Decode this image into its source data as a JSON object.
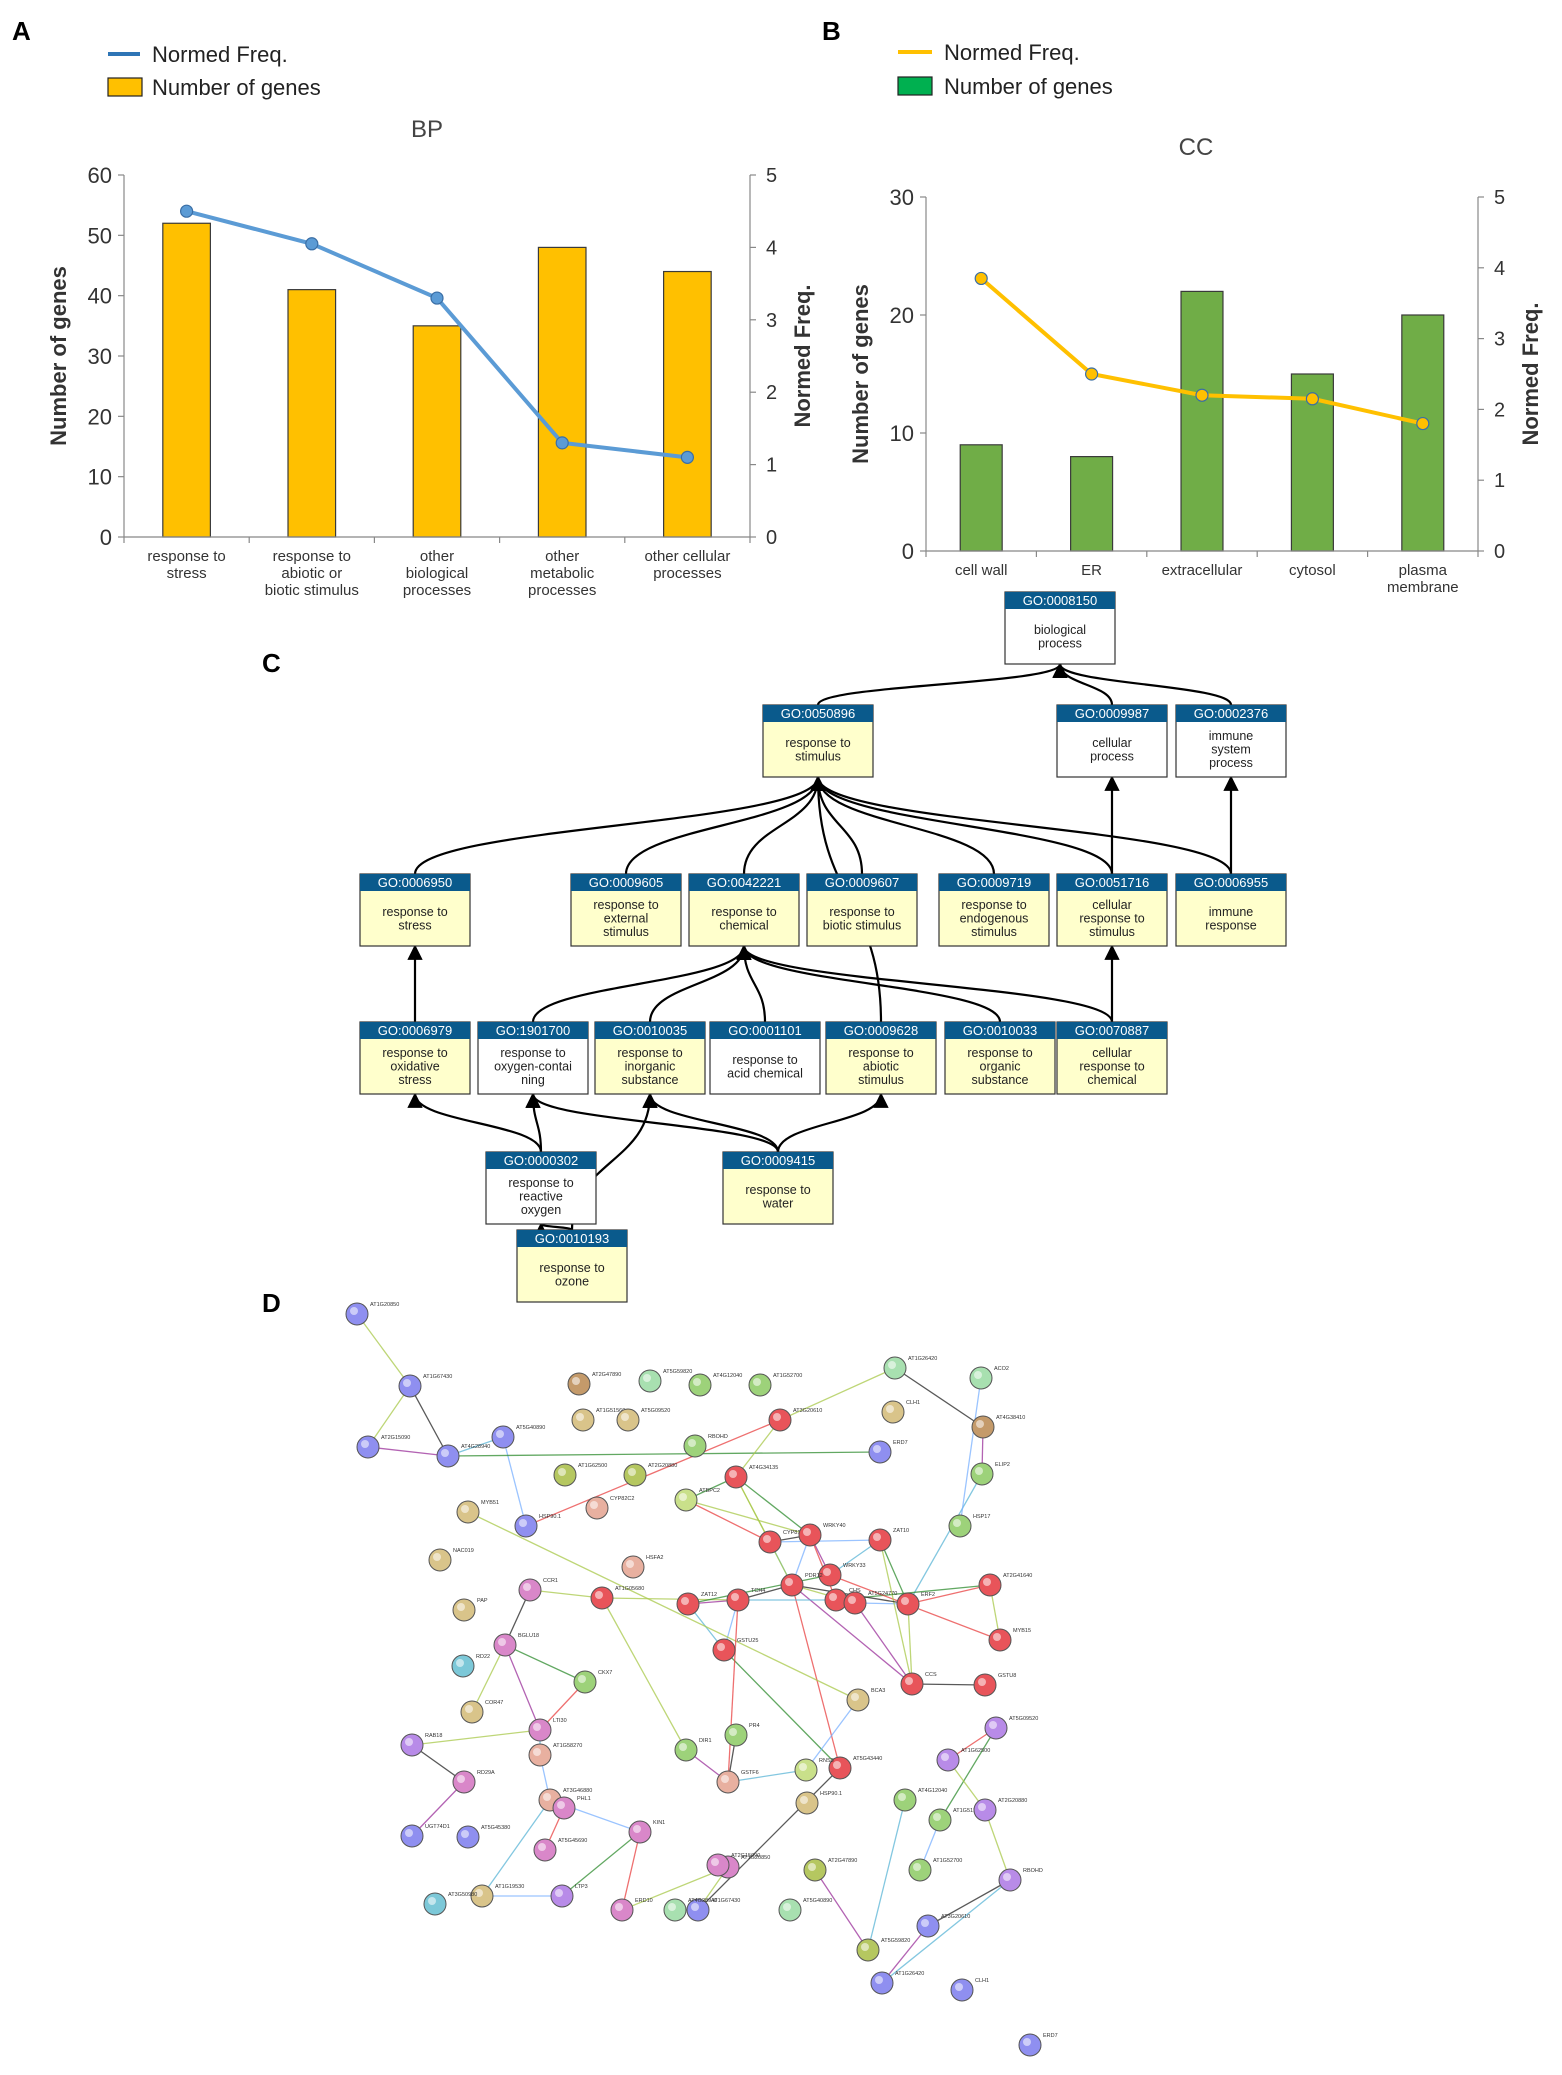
{
  "panel_labels": {
    "a": "A",
    "b": "B",
    "c": "C",
    "d": "D"
  },
  "chart_data": [
    {
      "type": "bar+line",
      "title": "BP",
      "legend": [
        "Normed Freq.",
        "Number of genes"
      ],
      "legend_placement": "top-left",
      "categories": [
        [
          "response to",
          "stress"
        ],
        [
          "response to",
          "abiotic or",
          "biotic stimulus"
        ],
        [
          "other",
          "biological",
          "processes"
        ],
        [
          "other",
          "metabolic",
          "processes"
        ],
        [
          "other cellular",
          "processes"
        ]
      ],
      "series": [
        {
          "name": "Number of genes",
          "type": "bar",
          "axis": "left",
          "values": [
            52,
            41,
            35,
            48,
            44
          ]
        },
        {
          "name": "Normed Freq.",
          "type": "line",
          "axis": "right",
          "values": [
            4.5,
            4.05,
            3.3,
            1.3,
            1.1
          ]
        }
      ],
      "ylabel": "Number of genes",
      "y2label": "Normed Freq.",
      "ylim": [
        0,
        60
      ],
      "y2lim": [
        0,
        5
      ],
      "yticks": [
        "0",
        "10",
        "20",
        "30",
        "40",
        "50",
        "60"
      ],
      "y2ticks": [
        "0",
        "1",
        "2",
        "3",
        "4",
        "5"
      ],
      "colors": {
        "bar": "#ffc000",
        "line": "#5b9bd5",
        "legend_line": "#2e75b6"
      },
      "grid": false
    },
    {
      "type": "bar+line",
      "title": "CC",
      "legend": [
        "Normed Freq.",
        "Number of genes"
      ],
      "legend_placement": "top-left",
      "categories": [
        [
          "cell wall"
        ],
        [
          "ER"
        ],
        [
          "extracellular"
        ],
        [
          "cytosol"
        ],
        [
          "plasma",
          "membrane"
        ]
      ],
      "series": [
        {
          "name": "Number of genes",
          "type": "bar",
          "axis": "left",
          "values": [
            9,
            8,
            22,
            15,
            20
          ]
        },
        {
          "name": "Normed Freq.",
          "type": "line",
          "axis": "right",
          "values": [
            3.85,
            2.5,
            2.2,
            2.15,
            1.8
          ]
        }
      ],
      "ylabel": "Number of genes",
      "y2label": "Normed Freq.",
      "ylim": [
        0,
        30
      ],
      "y2lim": [
        0,
        5
      ],
      "yticks": [
        "0",
        "10",
        "20",
        "30"
      ],
      "y2ticks": [
        "0",
        "1",
        "2",
        "3",
        "4",
        "5"
      ],
      "colors": {
        "bar": "#70ad47",
        "legend_bar": "#00b050",
        "line": "#ffc000",
        "legend_line": "#ffc000"
      },
      "grid": false
    }
  ],
  "go_graph": {
    "colors": {
      "header": "#0a5a8c",
      "header_text": "#ffffff",
      "significant": "#ffffcc",
      "plain": "#ffffff"
    },
    "nodes": [
      {
        "id": "GO:0008150",
        "label": [
          "biological",
          "process"
        ],
        "significant": false
      },
      {
        "id": "GO:0050896",
        "label": [
          "response to",
          "stimulus"
        ],
        "significant": true
      },
      {
        "id": "GO:0009987",
        "label": [
          "cellular",
          "process"
        ],
        "significant": false
      },
      {
        "id": "GO:0002376",
        "label": [
          "immune",
          "system",
          "process"
        ],
        "significant": false
      },
      {
        "id": "GO:0006950",
        "label": [
          "response to",
          "stress"
        ],
        "significant": true
      },
      {
        "id": "GO:0009605",
        "label": [
          "response to",
          "external",
          "stimulus"
        ],
        "significant": true
      },
      {
        "id": "GO:0042221",
        "label": [
          "response to",
          "chemical"
        ],
        "significant": true
      },
      {
        "id": "GO:0009607",
        "label": [
          "response to",
          "biotic stimulus"
        ],
        "significant": true
      },
      {
        "id": "GO:0009719",
        "label": [
          "response to",
          "endogenous",
          "stimulus"
        ],
        "significant": true
      },
      {
        "id": "GO:0051716",
        "label": [
          "cellular",
          "response to",
          "stimulus"
        ],
        "significant": true
      },
      {
        "id": "GO:0006955",
        "label": [
          "immune",
          "response"
        ],
        "significant": true
      },
      {
        "id": "GO:0006979",
        "label": [
          "response to",
          "oxidative",
          "stress"
        ],
        "significant": true
      },
      {
        "id": "GO:1901700",
        "label": [
          "response to",
          "oxygen-contai",
          "ning"
        ],
        "significant": false
      },
      {
        "id": "GO:0010035",
        "label": [
          "response to",
          "inorganic",
          "substance"
        ],
        "significant": true
      },
      {
        "id": "GO:0001101",
        "label": [
          "response to",
          "acid chemical"
        ],
        "significant": false
      },
      {
        "id": "GO:0009628",
        "label": [
          "response to",
          "abiotic",
          "stimulus"
        ],
        "significant": true
      },
      {
        "id": "GO:0010033",
        "label": [
          "response to",
          "organic",
          "substance"
        ],
        "significant": true
      },
      {
        "id": "GO:0070887",
        "label": [
          "cellular",
          "response to",
          "chemical"
        ],
        "significant": true
      },
      {
        "id": "GO:0000302",
        "label": [
          "response to",
          "reactive",
          "oxygen"
        ],
        "significant": false
      },
      {
        "id": "GO:0009415",
        "label": [
          "response to",
          "water"
        ],
        "significant": true
      },
      {
        "id": "GO:0010193",
        "label": [
          "response to",
          "ozone"
        ],
        "significant": true
      }
    ],
    "edges": [
      [
        "GO:0050896",
        "GO:0008150"
      ],
      [
        "GO:0009987",
        "GO:0008150"
      ],
      [
        "GO:0002376",
        "GO:0008150"
      ],
      [
        "GO:0006950",
        "GO:0050896"
      ],
      [
        "GO:0009605",
        "GO:0050896"
      ],
      [
        "GO:0042221",
        "GO:0050896"
      ],
      [
        "GO:0009607",
        "GO:0050896"
      ],
      [
        "GO:0009719",
        "GO:0050896"
      ],
      [
        "GO:0051716",
        "GO:0050896"
      ],
      [
        "GO:0006955",
        "GO:0050896"
      ],
      [
        "GO:0051716",
        "GO:0009987"
      ],
      [
        "GO:0006955",
        "GO:0002376"
      ],
      [
        "GO:0006979",
        "GO:0006950"
      ],
      [
        "GO:1901700",
        "GO:0042221"
      ],
      [
        "GO:0010035",
        "GO:0042221"
      ],
      [
        "GO:0001101",
        "GO:0042221"
      ],
      [
        "GO:0010033",
        "GO:0042221"
      ],
      [
        "GO:0070887",
        "GO:0042221"
      ],
      [
        "GO:0009628",
        "GO:0050896"
      ],
      [
        "GO:0070887",
        "GO:0051716"
      ],
      [
        "GO:0000302",
        "GO:0006979"
      ],
      [
        "GO:0000302",
        "GO:1901700"
      ],
      [
        "GO:0009415",
        "GO:0009628"
      ],
      [
        "GO:0009415",
        "GO:0010035"
      ],
      [
        "GO:0009415",
        "GO:1901700"
      ],
      [
        "GO:0010193",
        "GO:0010035"
      ],
      [
        "GO:0010193",
        "GO:0000302"
      ]
    ]
  },
  "network": {
    "node_colors": {
      "red": "#e8545a",
      "blue": "#8f8ff0",
      "green": "#9dd27a",
      "lime": "#c9e08a",
      "pink": "#d987c9",
      "purple": "#b88be8",
      "orange": "#e0a07a",
      "brown": "#c49a6a",
      "teal": "#7cc8d8",
      "tan": "#d9c48a",
      "salmon": "#e8b0a0",
      "mint": "#a8e0b0",
      "olive": "#b5c760",
      "darkgreen": "#6dbb5a"
    },
    "edge_colors": {
      "text_mining": "#a8c84a",
      "coexpression": "#222222",
      "experiments": "#9a2f9a",
      "database": "#5ab4d6",
      "homology": "#7ab0ff",
      "neighborhood": "#2e8b2e",
      "fusion": "#e84040"
    },
    "node_labels": [
      "AT1G20850",
      "AT1G67430",
      "AT2G15090",
      "AT4G28940",
      "AT5G40890",
      "HSP90.1",
      "AT2G47890",
      "AT5G59820",
      "AT4G12040",
      "AT1G52700",
      "AT1G51560",
      "AT5G09520",
      "AT1G62500",
      "AT2G20880",
      "RBOHD",
      "AT3G20610",
      "AT1G26420",
      "CLH1",
      "ERD7",
      "ACO2",
      "AT4G38410",
      "ELIP2",
      "HSP17",
      "CYP82C2",
      "HSFA2",
      "ATBPC2",
      "AT4G34135",
      "CYP81F2",
      "WRKY40",
      "WRKY33",
      "ZAT10",
      "CHS",
      "AT5G24770",
      "PDR12",
      "TCH4",
      "ZAT12",
      "ERF2",
      "AT2G41640",
      "MYB15",
      "CCS",
      "GSTU8",
      "GSTU25",
      "AT5G43440",
      "AT1G05680",
      "DIR1",
      "PR4",
      "GSTF6",
      "RNS3",
      "BCA3",
      "MYB51",
      "NAC019",
      "PAP",
      "CCR1",
      "BGLU18",
      "RD22",
      "COR47",
      "CKX7",
      "LTI30",
      "RAB18",
      "RD29A",
      "AT1G58270",
      "AT3G46880",
      "AT5G45380",
      "UGT74D1",
      "PHL1",
      "AT5G45690",
      "AT1G19530",
      "AT3G50980",
      "LTP3",
      "KIN1",
      "ERD10"
    ],
    "legend": []
  }
}
